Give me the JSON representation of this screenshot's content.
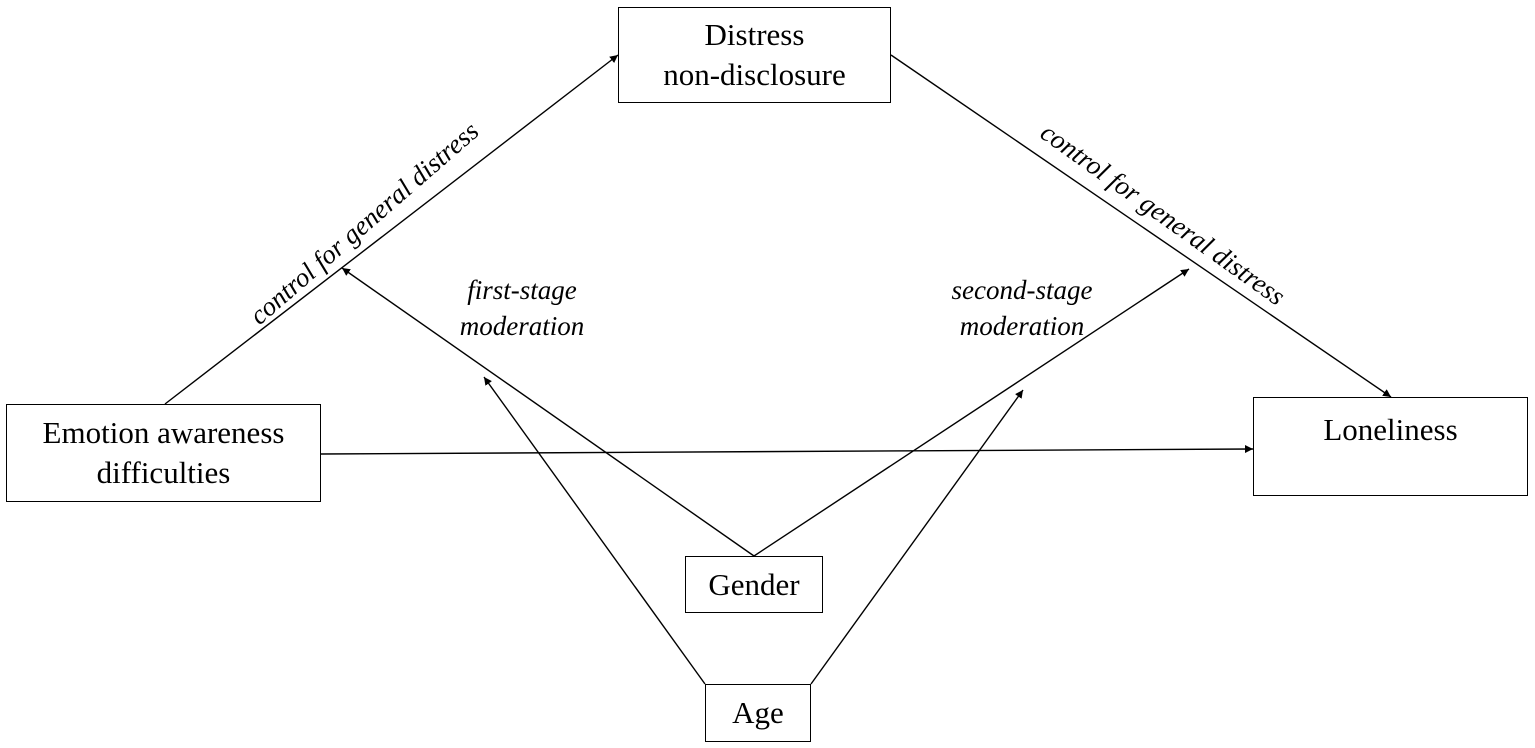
{
  "nodes": {
    "distress_line1": "Distress",
    "distress_line2": "non-disclosure",
    "emotion_line1": "Emotion awareness",
    "emotion_line2": "difficulties",
    "loneliness": "Loneliness",
    "gender": "Gender",
    "age": "Age"
  },
  "labels": {
    "control_left": "control for general distress",
    "control_right": "control for general distress",
    "first_stage_line1": "first-stage",
    "first_stage_line2": "moderation",
    "second_stage_line1": "second-stage",
    "second_stage_line2": "moderation"
  },
  "colors": {
    "line": "#000000",
    "background": "#ffffff"
  }
}
